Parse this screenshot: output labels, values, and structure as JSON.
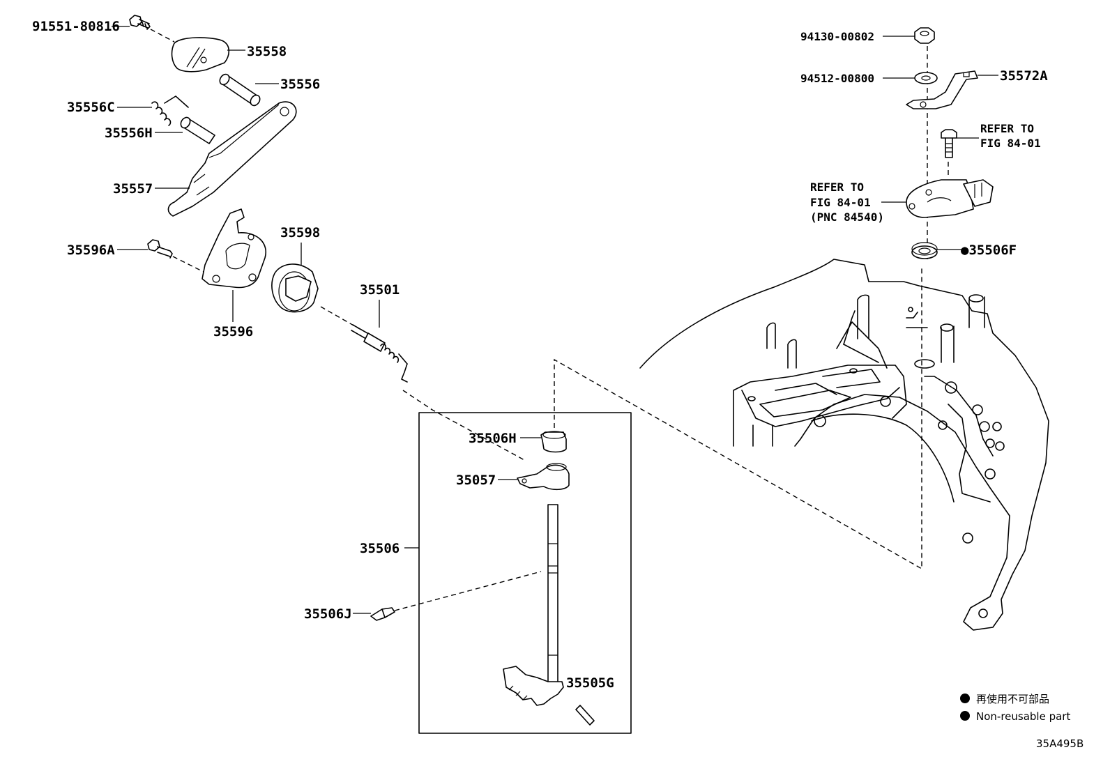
{
  "parts": {
    "p91551": "91551-80816",
    "p35558": "35558",
    "p35556": "35556",
    "p35556C": "35556C",
    "p35556H": "35556H",
    "p35557": "35557",
    "p35596A": "35596A",
    "p35596": "35596",
    "p35598": "35598",
    "p35501": "35501",
    "p35506H": "35506H",
    "p35057": "35057",
    "p35506": "35506",
    "p35506J": "35506J",
    "p35505G": "35505G",
    "p94130": "94130-00802",
    "p94512": "94512-00800",
    "p35572A": "35572A",
    "refer1_line1": "REFER TO",
    "refer1_line2": "FIG 84-01",
    "refer2_line1": "REFER TO",
    "refer2_line2": "FIG 84-01",
    "refer2_line3": "(PNC 84540)",
    "p35506F": "●35506F"
  },
  "legend": {
    "japanese": "再使用不可部品",
    "english": "Non-reusable part"
  },
  "figure_code": "35A495B"
}
